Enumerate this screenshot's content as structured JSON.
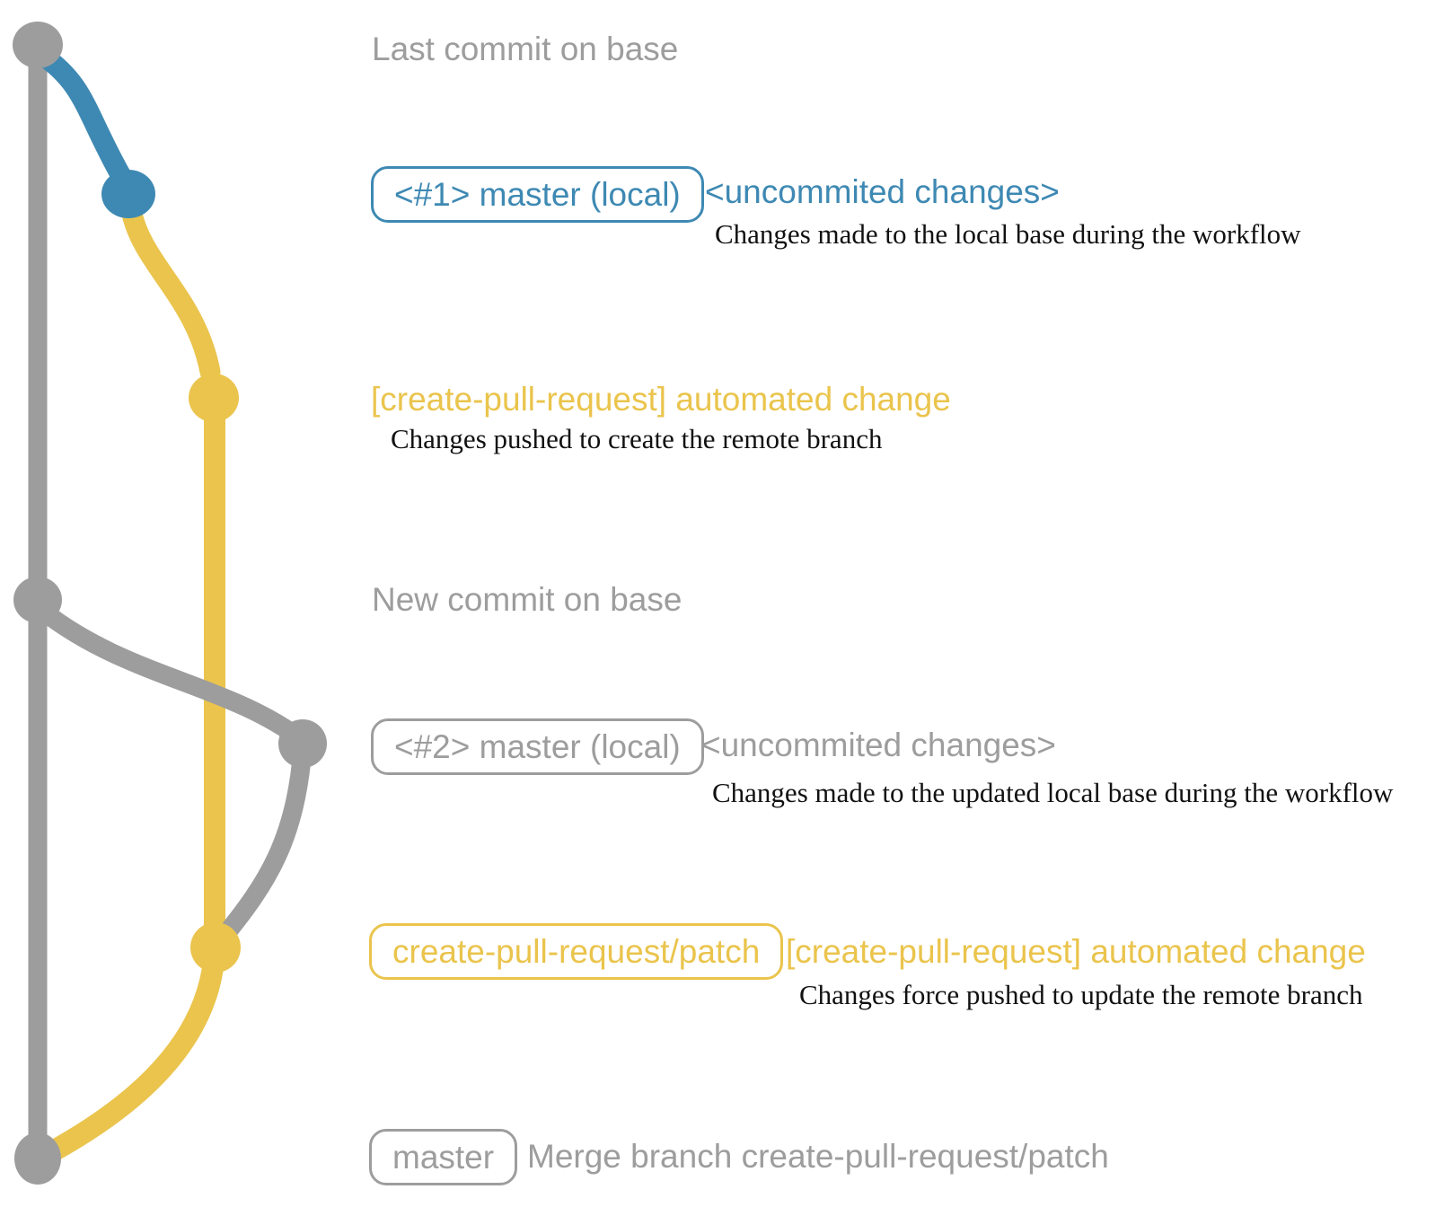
{
  "colors": {
    "base_gray": "#9D9D9D",
    "local_blue": "#3E89B3",
    "remote_yellow": "#EAC44C",
    "description_text": "#111111",
    "background": "#FFFFFF"
  },
  "rows": {
    "last_commit": {
      "label": "Last commit on base"
    },
    "commit1": {
      "badge": "<#1> master (local)",
      "note": "<uncommited changes>",
      "desc": "Changes made to the local base during the workflow"
    },
    "auto_change1": {
      "heading": "[create-pull-request] automated change",
      "desc": "Changes pushed to create the remote branch"
    },
    "new_commit": {
      "label": "New commit on base"
    },
    "commit2": {
      "badge": "<#2> master (local)",
      "note": "<uncommited changes>",
      "desc": "Changes made to the updated local base during the workflow"
    },
    "auto_change2": {
      "badge": "create-pull-request/patch",
      "heading": "[create-pull-request] automated change",
      "desc": "Changes force pushed to update the remote branch"
    },
    "merge": {
      "badge": "master",
      "label": "Merge branch create-pull-request/patch"
    }
  }
}
